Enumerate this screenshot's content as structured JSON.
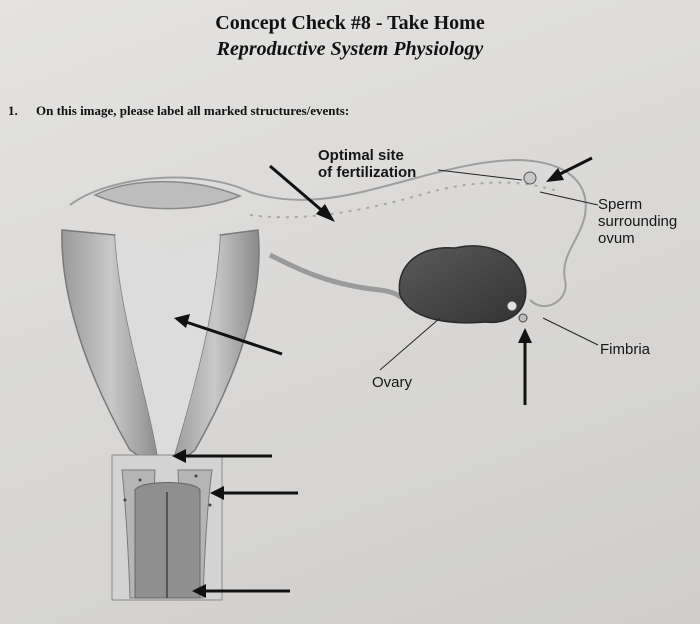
{
  "header": {
    "title": "Concept Check #8 - Take Home",
    "subtitle": "Reproductive System Physiology"
  },
  "question": {
    "number": "1.",
    "text": "On this image, please label all marked structures/events:"
  },
  "labels": {
    "fertilization_site": [
      "Optimal site",
      "of fertilization"
    ],
    "sperm_ovum": [
      "Sperm",
      "surrounding",
      "ovum"
    ],
    "fimbria": "Fimbria",
    "ovary": "Ovary"
  },
  "unlabeled_arrows": [
    "arrow-to-ovum",
    "arrow-to-ovulation",
    "arrow-to-uterine-wall",
    "arrow-to-cervical-os",
    "arrow-to-cervix",
    "arrow-to-vagina"
  ],
  "colors": {
    "paper": "#e2e1df",
    "ink": "#111111",
    "tissue_dark": "#8f8f8f",
    "tissue_light": "#c9c9c9"
  }
}
